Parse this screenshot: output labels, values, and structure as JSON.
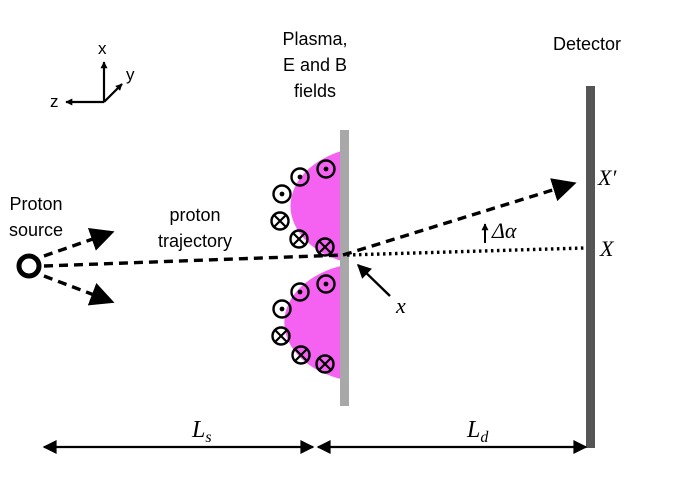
{
  "axes": {
    "x": "x",
    "y": "y",
    "z": "z"
  },
  "labels": {
    "plasma_line1": "Plasma,",
    "plasma_line2": "E and B",
    "plasma_line3": "fields",
    "detector": "Detector",
    "proton_line1": "Proton",
    "proton_line2": "source",
    "trajectory_line1": "proton",
    "trajectory_line2": "trajectory",
    "x_pos": "x",
    "X_prime": "X′",
    "X": "X",
    "delta_alpha": "Δα",
    "L_s_main": "L",
    "L_s_sub": "s",
    "L_d_main": "L",
    "L_d_sub": "d"
  },
  "colors": {
    "plasma": "#f562f1",
    "screen": "#a8a8a8",
    "detector": "#555555",
    "line": "#000000"
  },
  "symbols": {
    "out_of_page": "dot-circle-icon",
    "into_page": "cross-circle-icon"
  }
}
